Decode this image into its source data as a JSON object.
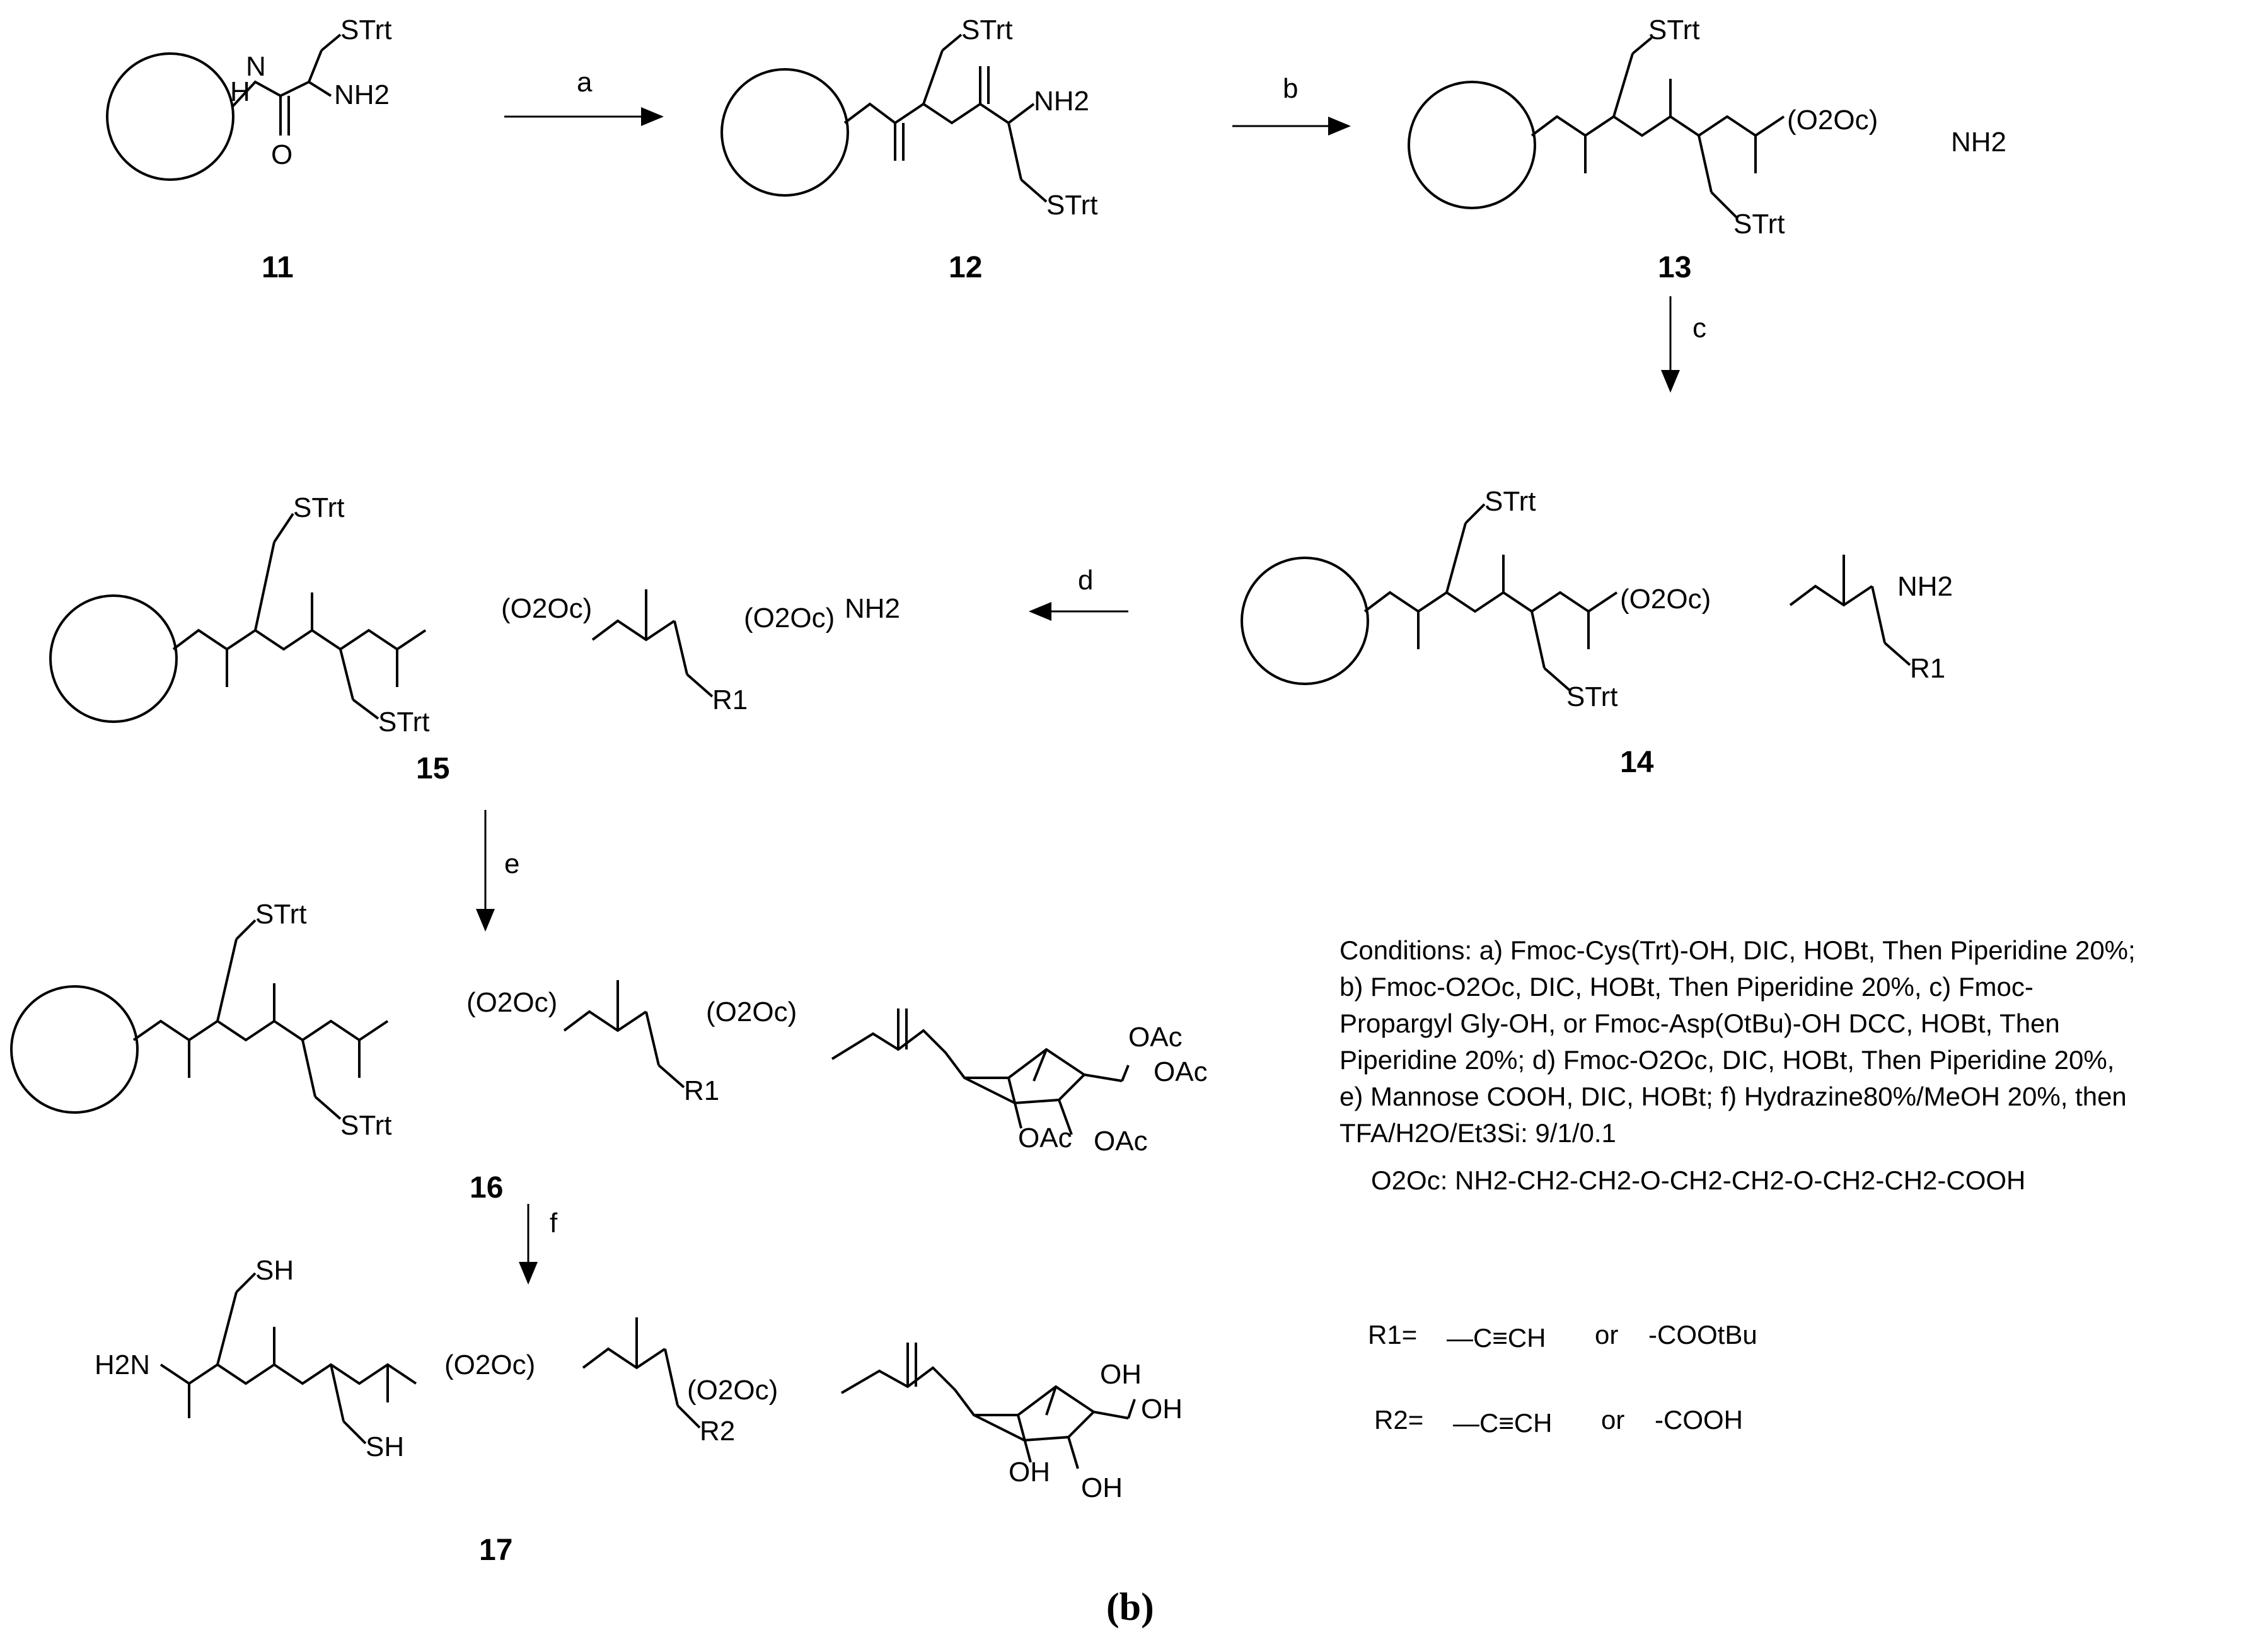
{
  "compounds": {
    "c11": "11",
    "c12": "12",
    "c13": "13",
    "c14": "14",
    "c15": "15",
    "c16": "16",
    "c17": "17"
  },
  "steps": {
    "a": "a",
    "b": "b",
    "c": "c",
    "d": "d",
    "e": "e",
    "f": "f"
  },
  "atoms": {
    "STrt": "STrt",
    "NH2": "NH2",
    "H2N": "H2N",
    "N": "N",
    "H": "H",
    "O": "O",
    "O2Oc": "(O2Oc)",
    "R1": "R1",
    "R2": "R2",
    "SH": "SH",
    "OH": "OH",
    "OAc": "OAc"
  },
  "conditions": {
    "line1": "Conditions: a) Fmoc-Cys(Trt)-OH, DIC, HOBt, Then Piperidine 20%;",
    "line2": "b) Fmoc-O2Oc, DIC, HOBt, Then Piperidine 20%, c) Fmoc-",
    "line3": "Propargyl Gly-OH, or Fmoc-Asp(OtBu)-OH DCC, HOBt, Then",
    "line4": "Piperidine 20%; d) Fmoc-O2Oc, DIC, HOBt, Then Piperidine 20%,",
    "line5": "e) Mannose COOH, DIC, HOBt; f) Hydrazine80%/MeOH 20%, then",
    "line6": "TFA/H2O/Et3Si: 9/1/0.1"
  },
  "o2oc_definition": "O2Oc: NH2-CH2-CH2-O-CH2-CH2-O-CH2-CH2-COOH",
  "r_groups": {
    "r1_label": "R1=",
    "r1_option1": "—C≡CH",
    "r1_or": "or",
    "r1_option2": "-COOtBu",
    "r2_label": "R2=",
    "r2_option1": "—C≡CH",
    "r2_or": "or",
    "r2_option2": "-COOH"
  },
  "caption": "(b)"
}
